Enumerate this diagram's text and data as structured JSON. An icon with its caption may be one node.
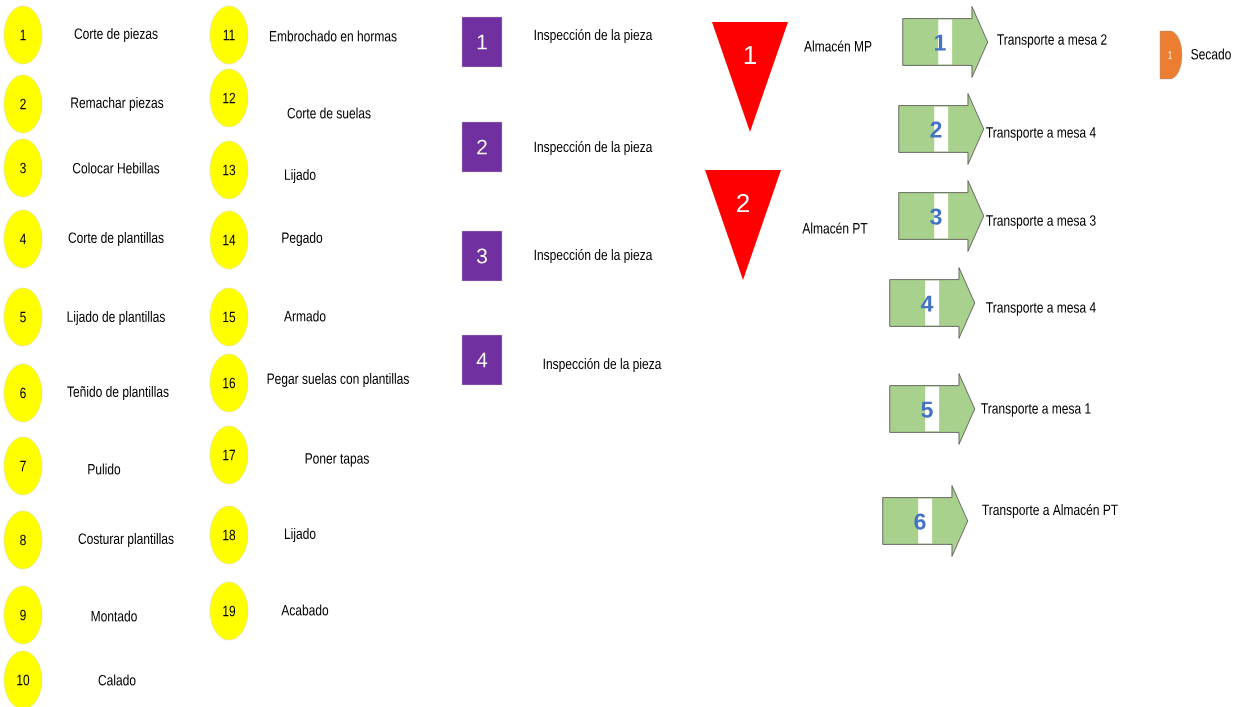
{
  "diagram": {
    "nodes": [
      {
        "text": [
          "1"
        ],
        "beside": [
          "Corte de piezas"
        ]
      },
      {
        "text": [
          "2"
        ],
        "beside": [
          "Remachar piezas"
        ]
      },
      {
        "text": [
          "3"
        ],
        "beside": [
          "Colocar Hebillas"
        ]
      },
      {
        "text": [
          "4"
        ],
        "beside": [
          "Corte de plantillas"
        ]
      },
      {
        "text": [
          "5"
        ],
        "beside": [
          "Lijado de plantillas"
        ]
      },
      {
        "text": [
          "6"
        ],
        "beside": [
          "Teñido de plantillas"
        ]
      },
      {
        "text": [
          "7"
        ],
        "beside": [
          "Pulido"
        ]
      },
      {
        "text": [
          "8"
        ],
        "beside": [
          "Costurar plantillas"
        ]
      },
      {
        "text": [
          "9"
        ],
        "beside": [
          "Montado"
        ]
      },
      {
        "text": [
          "10"
        ],
        "beside": [
          "Calado"
        ]
      },
      {
        "text": [
          "11"
        ],
        "beside": [
          "Embrochado en hormas"
        ]
      },
      {
        "text": [
          "12"
        ],
        "beside": [
          "Corte de suelas"
        ]
      },
      {
        "text": [
          "13"
        ],
        "beside": [
          "Lijado"
        ]
      },
      {
        "text": [
          "14"
        ],
        "beside": [
          "Pegado"
        ]
      },
      {
        "text": [
          "15"
        ],
        "beside": [
          "Armado"
        ]
      },
      {
        "text": [
          "16"
        ],
        "beside": [
          "Pegar suelas con plantillas"
        ]
      },
      {
        "text": [
          "17"
        ],
        "beside": [
          "Poner tapas"
        ]
      },
      {
        "text": [
          "18"
        ],
        "beside": [
          "Lijado"
        ]
      },
      {
        "text": [
          "19"
        ],
        "beside": [
          "Acabado"
        ]
      },
      {
        "text": [
          "1"
        ],
        "beside": [
          "Inspección de la pieza"
        ]
      },
      {
        "text": [
          "2"
        ],
        "beside": [
          "Inspección de la pieza"
        ]
      },
      {
        "text": [
          "3"
        ],
        "beside": [
          "Inspección de la pieza"
        ]
      },
      {
        "text": [
          "4"
        ],
        "beside": [
          "Inspección de la pieza"
        ]
      },
      {
        "text": [
          "1"
        ],
        "beside": [
          "Almacén MP"
        ]
      },
      {
        "text": [
          "2"
        ],
        "beside": [
          "Almacén PT"
        ]
      },
      {
        "text": [
          "1"
        ],
        "beside": [
          "Transporte a mesa 2"
        ]
      },
      {
        "text": [
          "2"
        ],
        "beside": [
          "Transporte a mesa 4"
        ]
      },
      {
        "text": [
          "3"
        ],
        "beside": [
          "Transporte a mesa 3"
        ]
      },
      {
        "text": [
          "4"
        ],
        "beside": [
          "Transporte a mesa 4"
        ]
      },
      {
        "text": [
          "5"
        ],
        "beside": [
          "Transporte a mesa 1"
        ]
      },
      {
        "text": [
          "6"
        ],
        "beside": [
          "Transporte a Almacén PT"
        ]
      },
      {
        "text": [
          "1"
        ],
        "beside": [
          "Secado"
        ]
      }
    ]
  }
}
